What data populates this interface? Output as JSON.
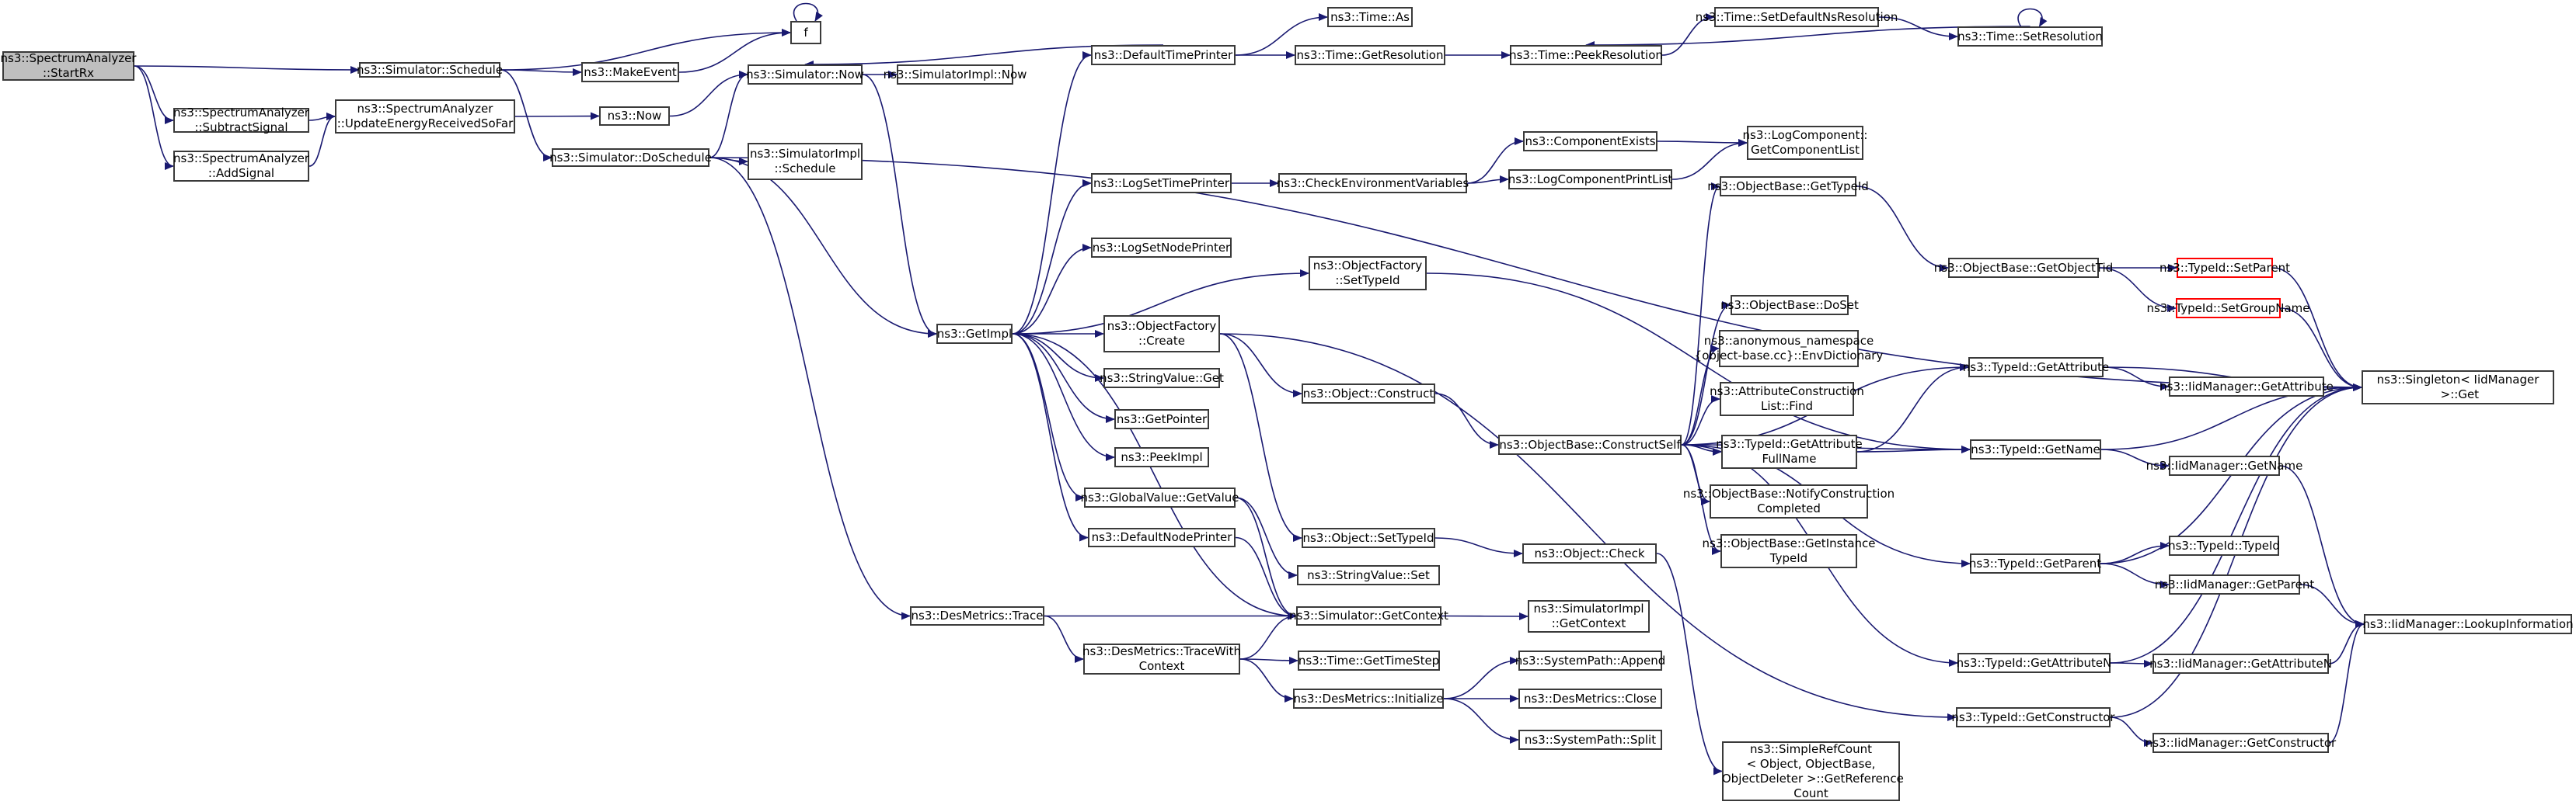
{
  "nodes": [
    {
      "id": "startrx",
      "label": "ns3::SpectrumAnalyzer\n::StartRx",
      "root": true
    },
    {
      "id": "schedule",
      "label": "ns3::Simulator::Schedule"
    },
    {
      "id": "subtract",
      "label": "ns3::SpectrumAnalyzer\n::SubtractSignal"
    },
    {
      "id": "addsignal",
      "label": "ns3::SpectrumAnalyzer\n::AddSignal"
    },
    {
      "id": "update",
      "label": "ns3::SpectrumAnalyzer\n::UpdateEnergyReceivedSoFar"
    },
    {
      "id": "f",
      "label": "f"
    },
    {
      "id": "makeevent",
      "label": "ns3::MakeEvent"
    },
    {
      "id": "now",
      "label": "ns3::Now"
    },
    {
      "id": "doschedule",
      "label": "ns3::Simulator::DoSchedule"
    },
    {
      "id": "simnow",
      "label": "ns3::Simulator::Now"
    },
    {
      "id": "implnow",
      "label": "ns3::SimulatorImpl::Now"
    },
    {
      "id": "implschedule",
      "label": "ns3::SimulatorImpl\n::Schedule"
    },
    {
      "id": "getimpl",
      "label": "ns3::GetImpl"
    },
    {
      "id": "destrace",
      "label": "ns3::DesMetrics::Trace"
    },
    {
      "id": "deftimeprinter",
      "label": "ns3::DefaultTimePrinter"
    },
    {
      "id": "logsettime",
      "label": "ns3::LogSetTimePrinter"
    },
    {
      "id": "logsetnode",
      "label": "ns3::LogSetNodePrinter"
    },
    {
      "id": "ofcreate",
      "label": "ns3::ObjectFactory\n::Create"
    },
    {
      "id": "strget",
      "label": "ns3::StringValue::Get"
    },
    {
      "id": "getpointer",
      "label": "ns3::GetPointer"
    },
    {
      "id": "peekimpl",
      "label": "ns3::PeekImpl"
    },
    {
      "id": "gvgetvalue",
      "label": "ns3::GlobalValue::GetValue"
    },
    {
      "id": "defnodeprinter",
      "label": "ns3::DefaultNodePrinter"
    },
    {
      "id": "tracewithctx",
      "label": "ns3::DesMetrics::TraceWith\nContext"
    },
    {
      "id": "timeas",
      "label": "ns3::Time::As"
    },
    {
      "id": "getres",
      "label": "ns3::Time::GetResolution"
    },
    {
      "id": "checkenv",
      "label": "ns3::CheckEnvironmentVariables"
    },
    {
      "id": "ofsettypeid",
      "label": "ns3::ObjectFactory\n::SetTypeId"
    },
    {
      "id": "objconstruct",
      "label": "ns3::Object::Construct"
    },
    {
      "id": "objsettypeid",
      "label": "ns3::Object::SetTypeId"
    },
    {
      "id": "strset",
      "label": "ns3::StringValue::Set"
    },
    {
      "id": "getcontext",
      "label": "ns3::Simulator::GetContext"
    },
    {
      "id": "gettimestep",
      "label": "ns3::Time::GetTimeStep"
    },
    {
      "id": "desinit",
      "label": "ns3::DesMetrics::Initialize"
    },
    {
      "id": "setdefns",
      "label": "ns3::Time::SetDefaultNsResolution"
    },
    {
      "id": "peekres",
      "label": "ns3::Time::PeekResolution"
    },
    {
      "id": "compexists",
      "label": "ns3::ComponentExists"
    },
    {
      "id": "logcompprint",
      "label": "ns3::LogComponentPrintList"
    },
    {
      "id": "constructself",
      "label": "ns3::ObjectBase::ConstructSelf"
    },
    {
      "id": "objcheck",
      "label": "ns3::Object::Check"
    },
    {
      "id": "implgetctx",
      "label": "ns3::SimulatorImpl\n::GetContext"
    },
    {
      "id": "sysappend",
      "label": "ns3::SystemPath::Append"
    },
    {
      "id": "desclose",
      "label": "ns3::DesMetrics::Close"
    },
    {
      "id": "syssplit",
      "label": "ns3::SystemPath::Split"
    },
    {
      "id": "setres",
      "label": "ns3::Time::SetResolution"
    },
    {
      "id": "getcomplist",
      "label": "ns3::LogComponent::\nGetComponentList"
    },
    {
      "id": "obgettypeid",
      "label": "ns3::ObjectBase::GetTypeId"
    },
    {
      "id": "dosset",
      "label": "ns3::ObjectBase::DoSet"
    },
    {
      "id": "envdict",
      "label": "ns3::anonymous_namespace\n{object-base.cc}::EnvDictionary"
    },
    {
      "id": "attrfind",
      "label": "ns3::AttributeConstruction\nList::Find"
    },
    {
      "id": "getattrfull",
      "label": "ns3::TypeId::GetAttribute\nFullName"
    },
    {
      "id": "notifycc",
      "label": "ns3::ObjectBase::NotifyConstruction\nCompleted"
    },
    {
      "id": "getinsttid",
      "label": "ns3::ObjectBase::GetInstance\nTypeId"
    },
    {
      "id": "refcount",
      "label": "ns3::SimpleRefCount\n< Object, ObjectBase,\n ObjectDeleter >::GetReference\nCount"
    },
    {
      "id": "getobjtid",
      "label": "ns3::ObjectBase::GetObjectTid"
    },
    {
      "id": "setparent",
      "label": "ns3::TypeId::SetParent",
      "red": true
    },
    {
      "id": "setgroup",
      "label": "ns3::TypeId::SetGroupName",
      "red": true
    },
    {
      "id": "getattr",
      "label": "ns3::TypeId::GetAttribute"
    },
    {
      "id": "getname",
      "label": "ns3::TypeId::GetName"
    },
    {
      "id": "getparent",
      "label": "ns3::TypeId::GetParent"
    },
    {
      "id": "getattrn",
      "label": "ns3::TypeId::GetAttributeN"
    },
    {
      "id": "getctor",
      "label": "ns3::TypeId::GetConstructor"
    },
    {
      "id": "iidgetattr",
      "label": "ns3::IidManager::GetAttribute"
    },
    {
      "id": "iidgetname",
      "label": "ns3::IidManager::GetName"
    },
    {
      "id": "tidtypeid",
      "label": "ns3::TypeId::TypeId"
    },
    {
      "id": "iidgetparent",
      "label": "ns3::IidManager::GetParent"
    },
    {
      "id": "iidgetattrn",
      "label": "ns3::IidManager::GetAttributeN"
    },
    {
      "id": "iidgetctor",
      "label": "ns3::IidManager::GetConstructor"
    },
    {
      "id": "singleton",
      "label": "ns3::Singleton< IidManager\n >::Get"
    },
    {
      "id": "lookup",
      "label": "ns3::IidManager::LookupInformation"
    }
  ],
  "edges": [
    [
      "startrx",
      "schedule"
    ],
    [
      "startrx",
      "subtract"
    ],
    [
      "startrx",
      "addsignal"
    ],
    [
      "subtract",
      "update"
    ],
    [
      "addsignal",
      "update"
    ],
    [
      "schedule",
      "f"
    ],
    [
      "schedule",
      "makeevent"
    ],
    [
      "schedule",
      "doschedule"
    ],
    [
      "makeevent",
      "f"
    ],
    [
      "f",
      "f"
    ],
    [
      "update",
      "now"
    ],
    [
      "now",
      "simnow"
    ],
    [
      "doschedule",
      "simnow"
    ],
    [
      "doschedule",
      "implschedule"
    ],
    [
      "doschedule",
      "getimpl"
    ],
    [
      "doschedule",
      "destrace"
    ],
    [
      "doschedule",
      "singleton"
    ],
    [
      "simnow",
      "implnow"
    ],
    [
      "simnow",
      "getimpl"
    ],
    [
      "getimpl",
      "deftimeprinter"
    ],
    [
      "getimpl",
      "logsettime"
    ],
    [
      "getimpl",
      "logsetnode"
    ],
    [
      "getimpl",
      "ofsettypeid"
    ],
    [
      "getimpl",
      "ofcreate"
    ],
    [
      "getimpl",
      "strget"
    ],
    [
      "getimpl",
      "getpointer"
    ],
    [
      "getimpl",
      "peekimpl"
    ],
    [
      "getimpl",
      "gvgetvalue"
    ],
    [
      "getimpl",
      "defnodeprinter"
    ],
    [
      "getimpl",
      "getcontext"
    ],
    [
      "deftimeprinter",
      "simnow"
    ],
    [
      "deftimeprinter",
      "timeas"
    ],
    [
      "deftimeprinter",
      "getres"
    ],
    [
      "getres",
      "peekres"
    ],
    [
      "setdefns",
      "setres"
    ],
    [
      "setres",
      "setres"
    ],
    [
      "setres",
      "peekres"
    ],
    [
      "peekres",
      "setdefns"
    ],
    [
      "logsettime",
      "checkenv"
    ],
    [
      "checkenv",
      "compexists"
    ],
    [
      "checkenv",
      "logcompprint"
    ],
    [
      "compexists",
      "getcomplist"
    ],
    [
      "logcompprint",
      "getcomplist"
    ],
    [
      "ofsettypeid",
      "getname"
    ],
    [
      "ofcreate",
      "objconstruct"
    ],
    [
      "ofcreate",
      "objsettypeid"
    ],
    [
      "ofcreate",
      "getctor"
    ],
    [
      "objconstruct",
      "constructself"
    ],
    [
      "objsettypeid",
      "objcheck"
    ],
    [
      "objcheck",
      "refcount"
    ],
    [
      "gvgetvalue",
      "strset"
    ],
    [
      "gvgetvalue",
      "getcontext"
    ],
    [
      "defnodeprinter",
      "getcontext"
    ],
    [
      "destrace",
      "getcontext"
    ],
    [
      "destrace",
      "tracewithctx"
    ],
    [
      "tracewithctx",
      "getcontext"
    ],
    [
      "tracewithctx",
      "gettimestep"
    ],
    [
      "tracewithctx",
      "desinit"
    ],
    [
      "getcontext",
      "implgetctx"
    ],
    [
      "desinit",
      "sysappend"
    ],
    [
      "desinit",
      "desclose"
    ],
    [
      "desinit",
      "syssplit"
    ],
    [
      "constructself",
      "obgettypeid"
    ],
    [
      "constructself",
      "getattr"
    ],
    [
      "constructself",
      "dosset"
    ],
    [
      "constructself",
      "envdict"
    ],
    [
      "constructself",
      "attrfind"
    ],
    [
      "constructself",
      "getattrfull"
    ],
    [
      "constructself",
      "notifycc"
    ],
    [
      "constructself",
      "getinsttid"
    ],
    [
      "constructself",
      "getname"
    ],
    [
      "constructself",
      "getparent"
    ],
    [
      "constructself",
      "getattrn"
    ],
    [
      "obgettypeid",
      "getobjtid"
    ],
    [
      "getobjtid",
      "setparent"
    ],
    [
      "getobjtid",
      "setgroup"
    ],
    [
      "setparent",
      "singleton"
    ],
    [
      "setgroup",
      "singleton"
    ],
    [
      "getattrfull",
      "getattr"
    ],
    [
      "getattrfull",
      "getname"
    ],
    [
      "getattr",
      "iidgetattr"
    ],
    [
      "getattr",
      "singleton"
    ],
    [
      "getname",
      "iidgetname"
    ],
    [
      "getname",
      "singleton"
    ],
    [
      "getparent",
      "tidtypeid"
    ],
    [
      "getparent",
      "iidgetparent"
    ],
    [
      "getparent",
      "singleton"
    ],
    [
      "getattrn",
      "iidgetattrn"
    ],
    [
      "getattrn",
      "singleton"
    ],
    [
      "getctor",
      "iidgetctor"
    ],
    [
      "getctor",
      "singleton"
    ],
    [
      "iidgetname",
      "lookup"
    ],
    [
      "iidgetparent",
      "lookup"
    ],
    [
      "iidgetattrn",
      "lookup"
    ],
    [
      "iidgetctor",
      "lookup"
    ]
  ],
  "colors": {
    "edge": "#191970",
    "root_fill": "#bfbfbf",
    "node_border": "#3a3a3a",
    "highlight_border": "#ff0000"
  }
}
